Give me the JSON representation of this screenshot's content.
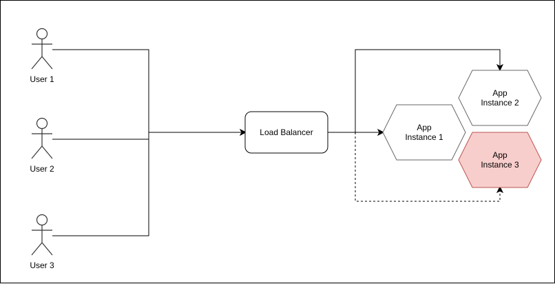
{
  "diagram": {
    "users": [
      {
        "label": "User 1"
      },
      {
        "label": "User 2"
      },
      {
        "label": "User 3"
      }
    ],
    "load_balancer": {
      "label": "Load Balancer"
    },
    "instances": [
      {
        "line1": "App",
        "line2": "Instance 1",
        "fill": "#ffffff",
        "stroke": "#666666"
      },
      {
        "line1": "App",
        "line2": "Instance 2",
        "fill": "#ffffff",
        "stroke": "#666666"
      },
      {
        "line1": "App",
        "line2": "Instance 3",
        "fill": "#f8cecc",
        "stroke": "#b85450"
      }
    ]
  }
}
